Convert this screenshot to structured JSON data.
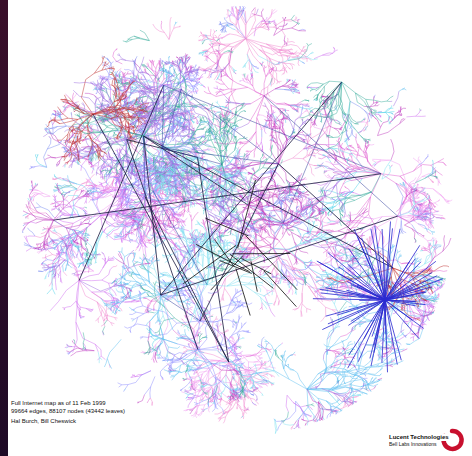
{
  "diagram": {
    "labels": [
      "Full Internet map as of 11 Feb 1999",
      "99664 edges, 88107 nodes (43442 leaves)",
      "Hal Burch, Bill Cheswick",
      "Lucent Technologies",
      "Bell Labs Innovations"
    ]
  }
}
